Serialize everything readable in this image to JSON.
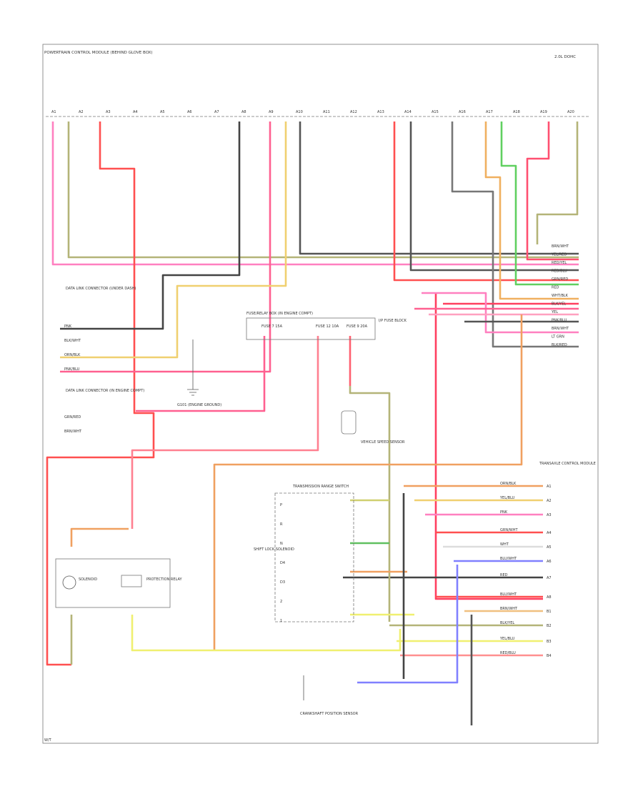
{
  "labels": {
    "pcm_title": "POWERTRAIN CONTROL MODULE (BEHIND GLOVE BOX)",
    "corner_code": "2.0L DOHC",
    "top_left_note": "DATA LINK CONNECTOR (UNDER DASH)",
    "mid_left_note": "DATA LINK CONNECTOR (IN ENGINE COMPT)",
    "ground_note": "G101 (ENGINE GROUND)",
    "fuse1": "FUSE 7 15A",
    "fuse2": "FUSE 12 10A",
    "fuse3": "FUSE 9 20A",
    "fuse_box": "FUSE/RELAY BOX (IN ENGINE COMPT)",
    "fuse_block": "I/P FUSE BLOCK",
    "sensor_label": "VEHICLE SPEED SENSOR",
    "right_note": "TRANSMISSION RANGE SWITCH",
    "mid_switch_label": "SHIFT LOCK SOLENOID",
    "bottom_relay_label": "PROTECTION RELAY",
    "solenoid_left": "SOLENOID",
    "bottom_label": "CRANKSHAFT POSITION SENSOR",
    "right_module": "TRANSAXLE CONTROL MODULE",
    "page_mark": "W/T"
  },
  "top_pins": [
    "A1",
    "A2",
    "A3",
    "A4",
    "A5",
    "A6",
    "A7",
    "A8",
    "A9",
    "A10",
    "A11",
    "A12",
    "A13",
    "A14",
    "A15",
    "A16",
    "A17",
    "A18",
    "A19",
    "A20"
  ],
  "left_conn": [
    "PNK",
    "BLK/WHT",
    "ORN/BLK",
    "PNK/BLU"
  ],
  "left_conn2": [
    "GRN/RED",
    "BRN/WHT"
  ],
  "right_conn": [
    "BRN/WHT",
    "YEL/RED",
    "RED/YEL",
    "RED/BLU",
    "GRN/RED",
    "RED",
    "WHT/BLK",
    "BLK/YEL",
    "YEL",
    "PNK/BLU",
    "BRN/WHT",
    "LT GRN",
    "BLK/RED"
  ],
  "tcm_wires": [
    "ORN/BLK",
    "YEL/BLU",
    "PNK",
    "GRN/WHT",
    "WHT",
    "BLU/WHT",
    "RED",
    "BLU/WHT",
    "BRN/WHT",
    "BLK/YEL",
    "YEL/BLU",
    "RED/BLU"
  ],
  "tcm_pins": [
    "A1",
    "A2",
    "A3",
    "A4",
    "A5",
    "A6",
    "A7",
    "A8",
    "B1",
    "B2",
    "B3",
    "B4"
  ],
  "sw_labels": [
    "P",
    "R",
    "N",
    "D4",
    "D3",
    "2",
    "1"
  ]
}
